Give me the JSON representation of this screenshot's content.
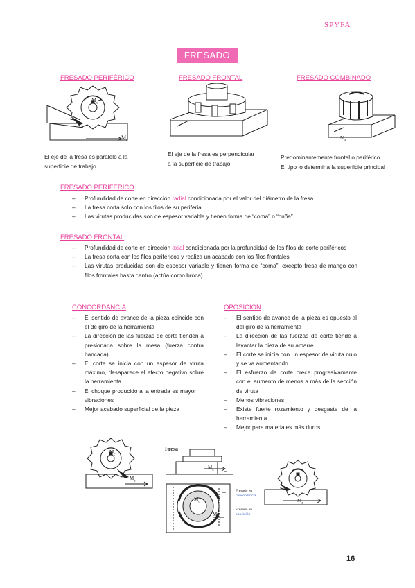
{
  "header": {
    "brand": "SPYFA"
  },
  "title": "FRESADO",
  "top_columns": [
    {
      "heading": "FRESADO PERIFÉRICO",
      "line1": "El eje de la fresa es paralelo a la",
      "line2": "superficie de trabajo"
    },
    {
      "heading": "FRESADO FRONTAL",
      "line1": "El eje de la fresa es perpendicular",
      "line2": "a la superficie de trabajo"
    },
    {
      "heading": "FRESADO COMBINADO",
      "line1": "Predominantemente frontal o periférico",
      "line2": "El tipo lo determina la superficie principal"
    }
  ],
  "diagram_labels": {
    "mc": "M",
    "mc_sub": "c",
    "ma": "M",
    "ma_sub": "a",
    "fresa": "Fresa",
    "concordancia_l1": "Fresado en",
    "concordancia_l2": "concordancia",
    "oposicion_l1": "Fresado en",
    "oposicion_l2": "oposición"
  },
  "periferico": {
    "heading": "FRESADO PERIFÉRICO",
    "b1_pre": "Profundidad de corte en dirección ",
    "b1_hl": "radial",
    "b1_post": " condicionada por el valor del diámetro de la fresa",
    "b2": "La fresa corta solo con los filos de su periferia",
    "b3": "Las virutas producidas son de espesor variable y tienen forma de “coma” o “cuña”"
  },
  "frontal": {
    "heading": "FRESADO FRONTAL",
    "b1_pre": "Profundidad de corte en dirección ",
    "b1_hl": "axial",
    "b1_post": " condicionada por la profundidad de los filos de corte periféricos",
    "b2": "La fresa corta con los filos periféricos y realiza un acabado con los filos frontales",
    "b3": "Las virutas producidas son de espesor variable y tienen forma de “coma”, excepto fresa de mango con filos frontales hasta centro (actúa como broca)"
  },
  "concordancia": {
    "heading": "CONCORDANCIA",
    "items": [
      "El sentido de avance de la pieza coincide con el de giro de la herramienta",
      "La dirección de las fuerzas de corte tienden a presionarla sobre la mesa (fuerza contra bancada)",
      "El corte se inicia con un espesor de viruta máximo, desaparece el efecto negativo sobre la herramienta",
      "El choque producido a la entrada es mayor → vibraciones",
      "Mejor acabado superficial de la pieza"
    ]
  },
  "oposicion": {
    "heading": "OPOSICIÓN",
    "items": [
      "El sentido de avance de la pieza es opuesto al del giro de la herramienta",
      "La dirección de las fuerzas de corte tiende a levantar la pieza de su amarre",
      "El corte se inicia con un espesor de viruta nulo y se va aumentando",
      "El esfuerzo de corte crece progresivamente con el aumento de menos a más de la sección de viruta",
      "Menos vibraciones",
      "Existe fuerte rozamiento y desgaste de la herramienta",
      "Mejor para materiales más duros"
    ]
  },
  "footer": {
    "page_number": "16"
  },
  "colors": {
    "accent": "#e8409a",
    "title_bg": "#f06ab4"
  }
}
